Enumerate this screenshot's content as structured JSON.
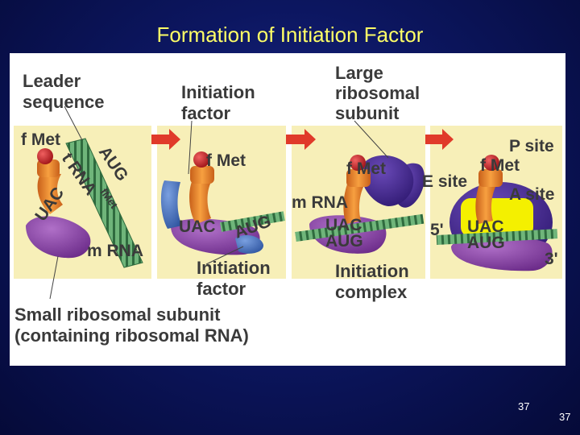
{
  "slide": {
    "title": "Formation of Initiation Factor",
    "notes_number": "37",
    "page_number": "37"
  },
  "diagram": {
    "labels": {
      "leader_sequence_line1": "Leader",
      "leader_sequence_line2": "sequence",
      "initiation_factor_top_line1": "Initiation",
      "initiation_factor_top_line2": "factor",
      "large_subunit_line1": "Large",
      "large_subunit_line2": "ribosomal",
      "large_subunit_line3": "subunit",
      "p_site": "P site",
      "e_site": "E site",
      "a_site": "A site",
      "fmet_1": "f Met",
      "fmet_2": "f Met",
      "fmet_3": "f Met",
      "fmet_4": "f Met",
      "trna": "t RNA",
      "fmet_small": "fMet",
      "mrna_1": "m RNA",
      "mrna_3": "m RNA",
      "initiation_factor_bottom_line1": "Initiation",
      "initiation_factor_bottom_line2": "factor",
      "initiation_complex_line1": "Initiation",
      "initiation_complex_line2": "complex",
      "five_prime": "5'",
      "three_prime": "3'",
      "small_subunit_line1": "Small ribosomal subunit",
      "small_subunit_line2": "(containing ribosomal RNA)"
    },
    "codons": {
      "panel1_codon": "AUG",
      "panel1_anticodon": "UAC",
      "panel2_anticodon": "UAC",
      "panel2_codon": "AUG",
      "panel3_anticodon": "UAC",
      "panel3_codon": "AUG",
      "panel4_anticodon": "UAC",
      "panel4_codon": "AUG"
    },
    "colors": {
      "panel_bg": "#f7efb8",
      "trna": "#f08a2c",
      "fmet": "#c8262a",
      "small_subunit": "#8a3fa0",
      "large_subunit": "#4a2a90",
      "mrna": "#5ea06a",
      "initiation_factor": "#4a70c0",
      "arrow": "#e03a2a",
      "a_site_highlight": "#f4f000"
    }
  }
}
